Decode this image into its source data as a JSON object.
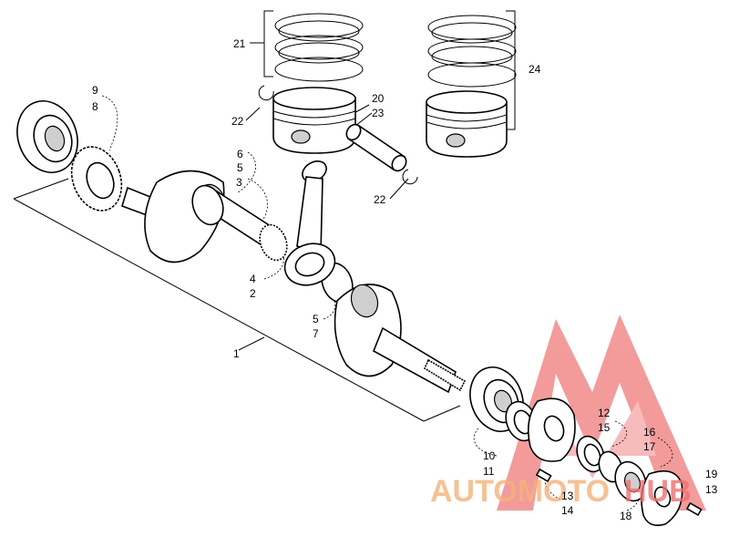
{
  "diagram": {
    "labels": [
      {
        "id": "l1",
        "text": "1"
      },
      {
        "id": "l2",
        "text": "2"
      },
      {
        "id": "l3",
        "text": "3"
      },
      {
        "id": "l4",
        "text": "4"
      },
      {
        "id": "l5a",
        "text": "5"
      },
      {
        "id": "l5b",
        "text": "5"
      },
      {
        "id": "l6",
        "text": "6"
      },
      {
        "id": "l7",
        "text": "7"
      },
      {
        "id": "l8",
        "text": "8"
      },
      {
        "id": "l9",
        "text": "9"
      },
      {
        "id": "l10",
        "text": "10"
      },
      {
        "id": "l11",
        "text": "11"
      },
      {
        "id": "l12",
        "text": "12"
      },
      {
        "id": "l13a",
        "text": "13"
      },
      {
        "id": "l13b",
        "text": "13"
      },
      {
        "id": "l14",
        "text": "14"
      },
      {
        "id": "l15",
        "text": "15"
      },
      {
        "id": "l16",
        "text": "16"
      },
      {
        "id": "l17",
        "text": "17"
      },
      {
        "id": "l18",
        "text": "18"
      },
      {
        "id": "l19",
        "text": "19"
      },
      {
        "id": "l20",
        "text": "20"
      },
      {
        "id": "l21",
        "text": "21"
      },
      {
        "id": "l22a",
        "text": "22"
      },
      {
        "id": "l22b",
        "text": "22"
      },
      {
        "id": "l23",
        "text": "23"
      },
      {
        "id": "l24",
        "text": "24"
      }
    ]
  },
  "watermark": {
    "text_left": "AUTOMOTO",
    "text_right": "HUB",
    "color_orange": "#f5b27a",
    "color_red": "#f07070"
  }
}
